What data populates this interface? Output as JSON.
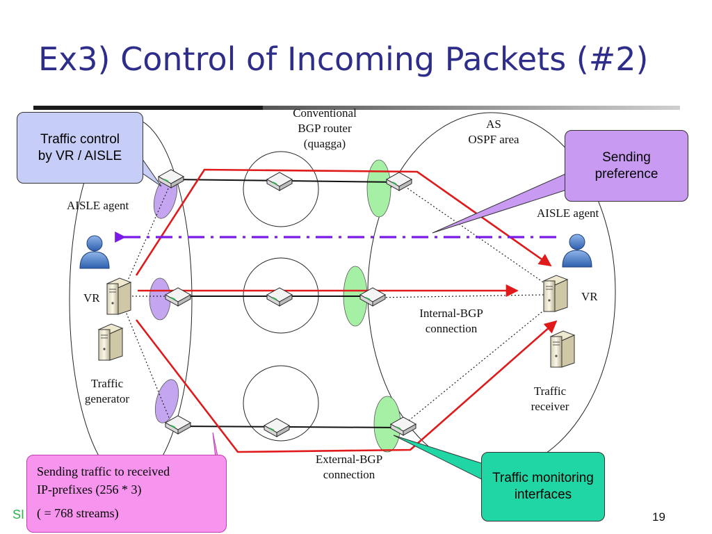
{
  "slide": {
    "title": "Ex3) Control of Incoming Packets (#2)",
    "footer_partial": "SI",
    "page_number": "19"
  },
  "labels": {
    "conventional_router": [
      "Conventional",
      "BGP router",
      "(quagga)"
    ],
    "as_area": [
      "AS",
      "OSPF area"
    ],
    "aisle_agent_left": "AISLE agent",
    "aisle_agent_right": "AISLE agent",
    "vr_left": "VR",
    "vr_right": "VR",
    "internal_bgp": [
      "Internal-BGP",
      "connection"
    ],
    "external_bgp": [
      "External-BGP",
      "connection"
    ],
    "traffic_generator": [
      "Traffic",
      "generator"
    ],
    "traffic_receiver": [
      "Traffic",
      "receiver"
    ]
  },
  "callouts": {
    "traffic_control": [
      "Traffic control",
      "by VR / AISLE"
    ],
    "sending_preference": [
      "Sending",
      "preference"
    ],
    "traffic_monitoring": [
      "Traffic monitoring",
      "interfaces"
    ],
    "sending_traffic": [
      "Sending traffic to received",
      "IP-prefixes (256 * 3)",
      "( = 768 streams)"
    ]
  },
  "colors": {
    "title": "#2e2e8a",
    "red_path": "#e01a1a",
    "preference_arrow": "#7a1ae6",
    "purple_interface": "#c4a6f0",
    "green_interface": "#a6f0a6",
    "callout_blue": "#c6cdf6",
    "callout_purple": "#c89af2",
    "callout_green": "#20d6a4",
    "callout_pink": "#f694ee"
  },
  "icons": [
    "router-icon",
    "server-icon",
    "user-icon"
  ]
}
